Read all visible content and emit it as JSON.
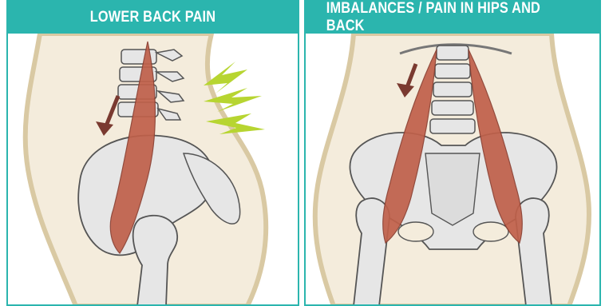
{
  "panels": {
    "left": {
      "title": "LOWER BACK PAIN",
      "icons": [
        "lower-back-pain-illustration",
        "down-arrow-icon",
        "pain-lightning-icon"
      ]
    },
    "right": {
      "title": "IMBALANCES / PAIN IN HIPS AND BACK",
      "icons": [
        "hips-back-illustration",
        "down-arrow-icon"
      ]
    }
  },
  "colors": {
    "banner": "#2bb5ae",
    "body_outline": "#d9c9a3",
    "bone": "#e6e6e6",
    "muscle": "#c0604a",
    "arrow": "#7a3a30",
    "lightning": "#b7d531"
  }
}
